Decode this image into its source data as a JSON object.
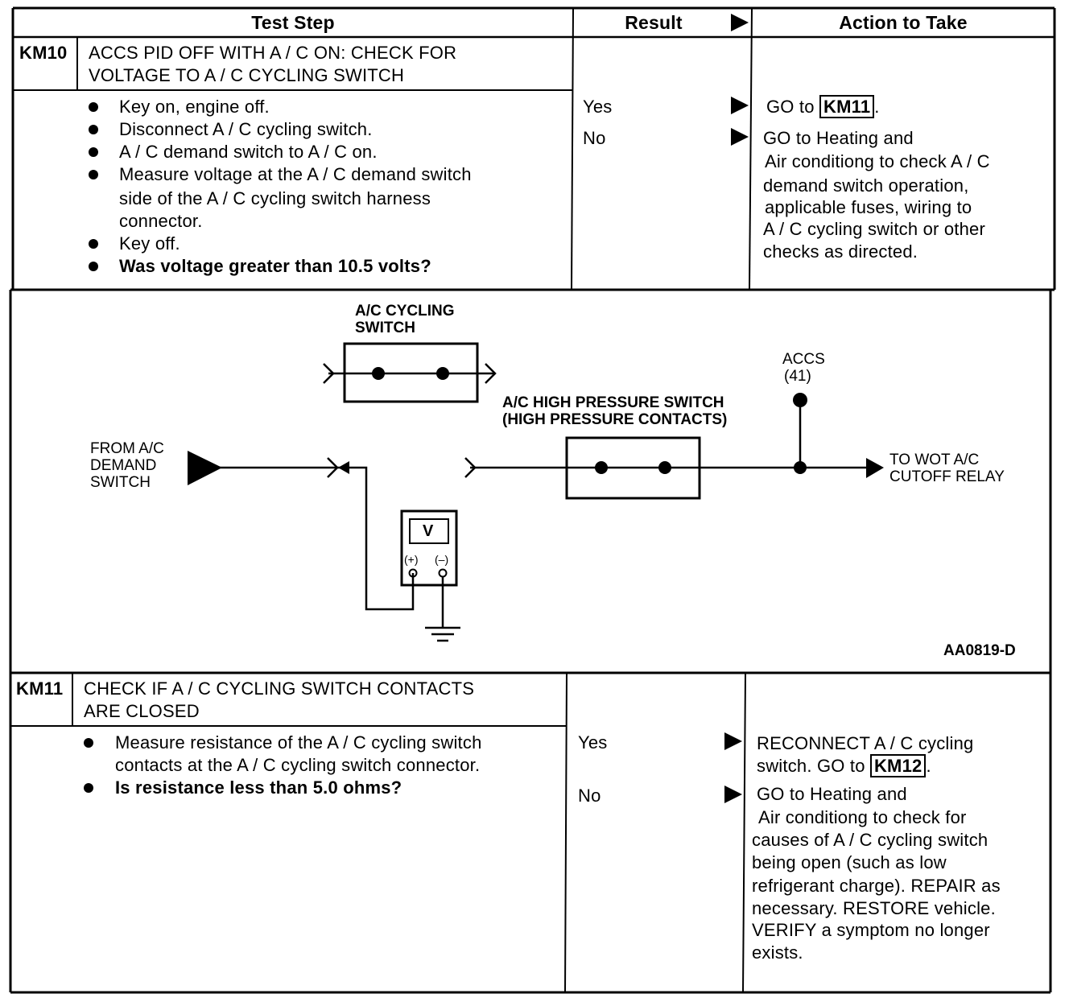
{
  "header": {
    "test_step": "Test Step",
    "result": "Result",
    "action": "Action to Take"
  },
  "km10": {
    "id": "KM10",
    "title_line1": "ACCS PID OFF WITH A / C ON: CHECK FOR",
    "title_line2": "VOLTAGE TO A / C CYCLING SWITCH",
    "steps": [
      "Key on, engine off.",
      "Disconnect A / C cycling switch.",
      "A / C demand switch to A / C on.",
      "Measure voltage at the A / C demand switch",
      "side of the A / C cycling switch harness",
      "connector.",
      "Key off.",
      "Was voltage greater than 10.5 volts?"
    ],
    "result_yes": "Yes",
    "result_no": "No",
    "action_yes_prefix": "GO to",
    "action_yes_ref": "KM11",
    "action_yes_suffix": ".",
    "action_no_lines": [
      "GO to Heating and",
      "Air conditiong  to check A / C",
      "demand   switch operation,",
      "applicable fuses,  wiring  to",
      "A / C cycling switch   or other",
      "checks as directed."
    ]
  },
  "diagram": {
    "cycling_switch_line1": "A/C CYCLING",
    "cycling_switch_line2": "SWITCH",
    "high_pressure_line1": "A/C HIGH PRESSURE SWITCH",
    "high_pressure_line2": "(HIGH PRESSURE CONTACTS)",
    "accs_line1": "ACCS",
    "accs_line2": "(41)",
    "from_line1": "FROM A/C",
    "from_line2": "DEMAND",
    "from_line3": "SWITCH",
    "to_line1": "TO WOT A/C",
    "to_line2": "CUTOFF RELAY",
    "meter_label": "V",
    "meter_plus": "(+)",
    "meter_minus": "(–)",
    "figure_id": "AA0819-D"
  },
  "km11": {
    "id": "KM11",
    "title_line1": "CHECK IF A / C CYCLING SWITCH CONTACTS",
    "title_line2": "ARE CLOSED",
    "steps": [
      "Measure resistance of the A / C cycling switch",
      "contacts at the A / C cycling switch connector.",
      "Is resistance less than 5.0 ohms?"
    ],
    "result_yes": "Yes",
    "result_no": "No",
    "action_yes_line1": "RECONNECT A / C cycling",
    "action_yes_prefix": "switch. GO to",
    "action_yes_ref": "KM12",
    "action_yes_suffix": ".",
    "action_no_lines": [
      "GO to Heating and",
      "Air conditiong to check for",
      "causes of A / C cycling switch",
      "being open (such as low",
      "refrigerant charge). REPAIR as",
      "necessary. RESTORE vehicle.",
      "VERIFY a symptom no longer",
      "exists."
    ]
  }
}
